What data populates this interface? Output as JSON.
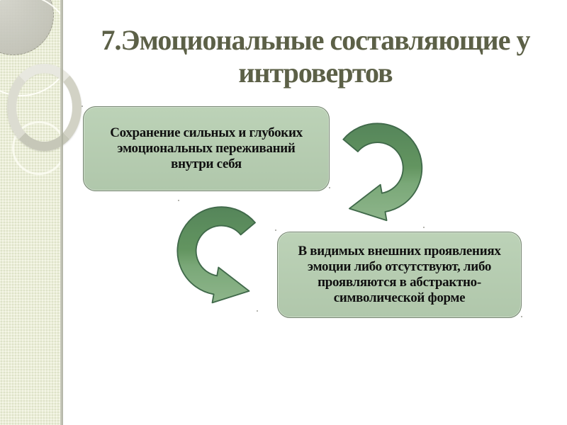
{
  "slide": {
    "title": {
      "lines": [
        "7.Эмоциональные составляющие у",
        "интровертов"
      ]
    },
    "diagram": {
      "boxes": [
        {
          "lines": [
            "Сохранение сильных и глубоких",
            "эмоциональных переживаний",
            "внутри себя"
          ]
        },
        {
          "lines": [
            "В видимых внешних проявлениях",
            "эмоции либо отсутствуют, либо",
            "проявляются в абстрактно-",
            "символической форме"
          ]
        }
      ],
      "icons": [
        "circular-arrow-right-icon",
        "circular-arrow-left-icon"
      ]
    },
    "colors": {
      "title_text": "#5c6047",
      "box_fill": "#b6ccb1",
      "box_border": "#74846f",
      "box_text": "#101010",
      "arrow_dark": "#57875c",
      "arrow_light": "#8cb489",
      "arrow_outline": "#40694a",
      "sidebar_bg": "#ebeed9",
      "sidebar_edge": "#a8aa9a",
      "background": "#ffffff"
    }
  }
}
